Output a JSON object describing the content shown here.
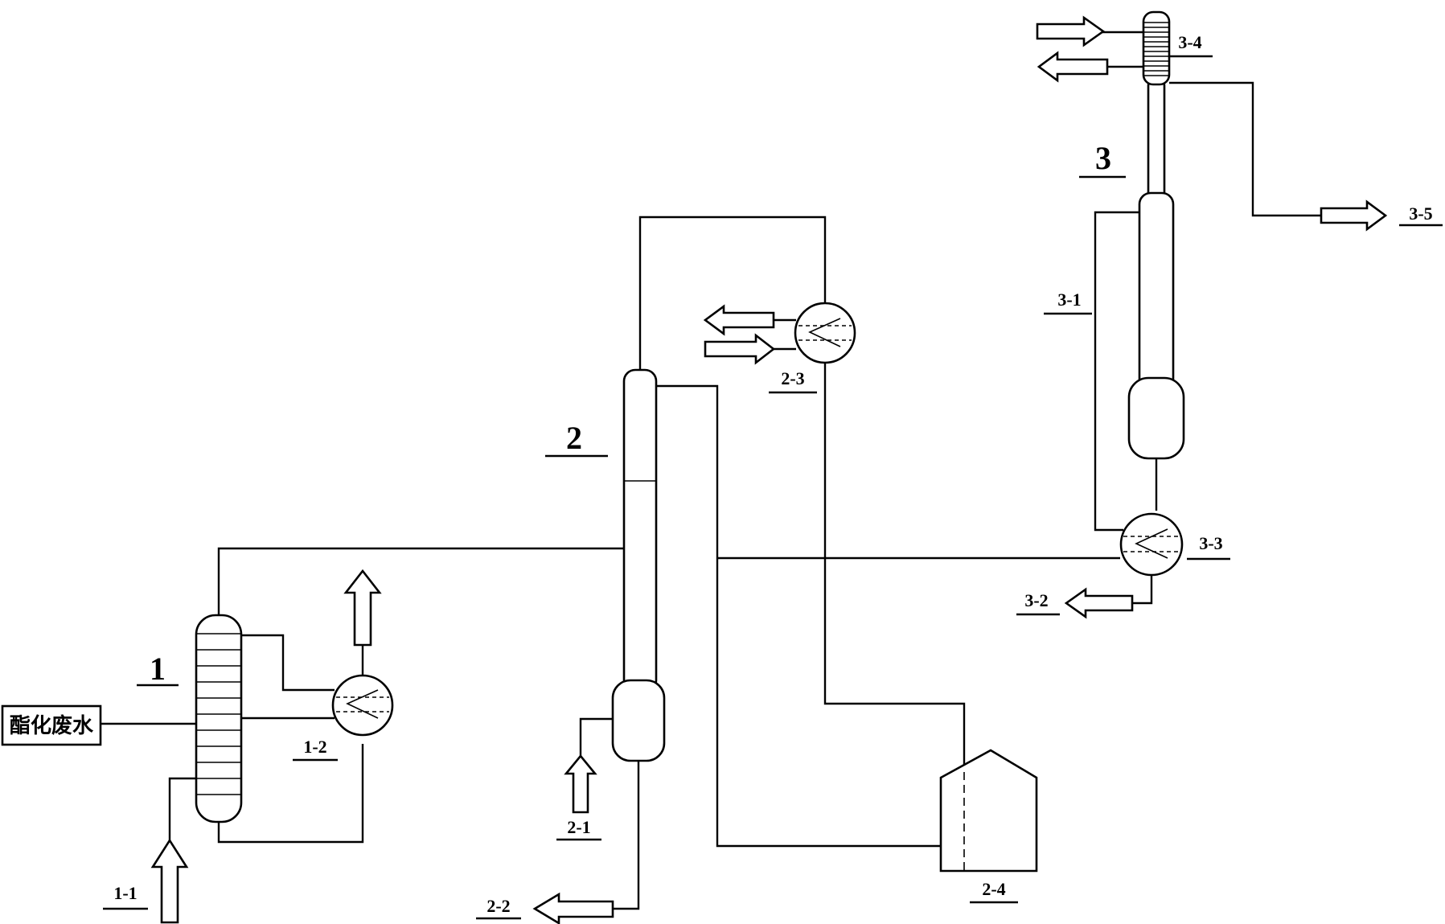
{
  "labels": {
    "unit1": "1",
    "unit2": "2",
    "unit3": "3",
    "l1_1": "1-1",
    "l1_2": "1-2",
    "l2_1": "2-1",
    "l2_2": "2-2",
    "l2_3": "2-3",
    "l2_4": "2-4",
    "l3_1": "3-1",
    "l3_2": "3-2",
    "l3_3": "3-3",
    "l3_4": "3-4",
    "l3_5": "3-5",
    "feed": "酯化废水"
  }
}
